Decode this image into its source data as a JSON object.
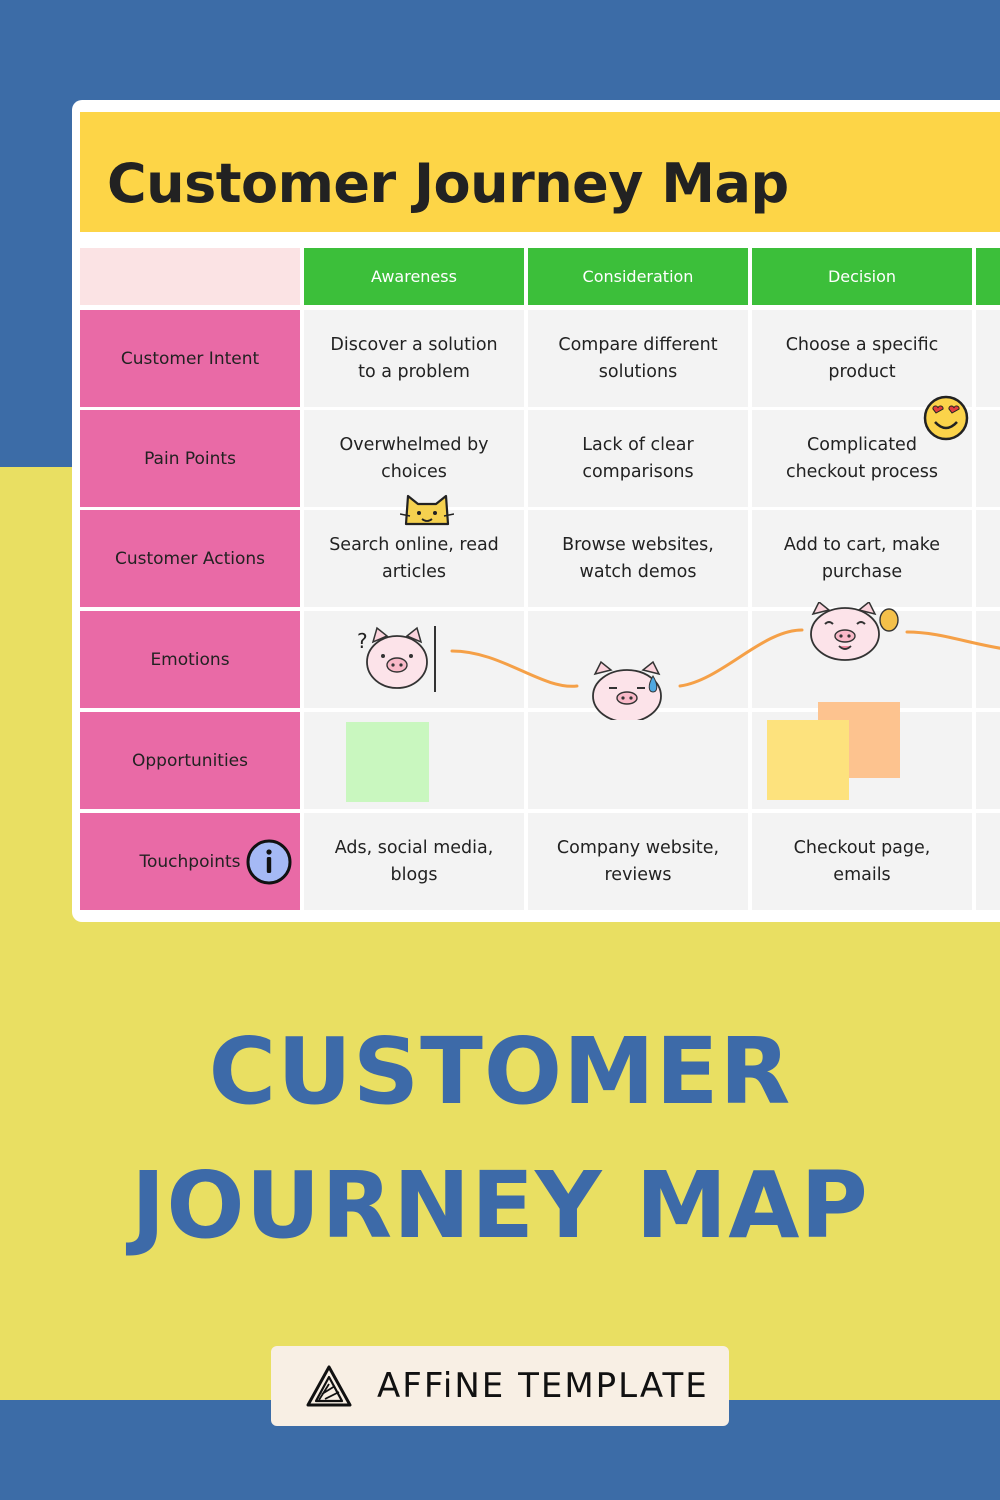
{
  "template_title": "Customer Journey Map",
  "stages": [
    "Awareness",
    "Consideration",
    "Decision"
  ],
  "rows": [
    {
      "label": "Customer Intent",
      "cells": [
        "Discover a solution to a problem",
        "Compare different solutions",
        "Choose a specific product"
      ]
    },
    {
      "label": "Pain Points",
      "cells": [
        "Overwhelmed by choices",
        "Lack of clear comparisons",
        "Complicated checkout process"
      ]
    },
    {
      "label": "Customer Actions",
      "cells": [
        "Search online, read articles",
        "Browse websites, watch demos",
        "Add to cart, make purchase"
      ]
    },
    {
      "label": "Emotions",
      "cells": [
        "",
        "",
        ""
      ]
    },
    {
      "label": "Opportunities",
      "cells": [
        "",
        "",
        ""
      ]
    },
    {
      "label": "Touchpoints",
      "cells": [
        "Ads, social media, blogs",
        "Company website, reviews",
        "Checkout page, emails"
      ]
    }
  ],
  "stickers": [
    "pig-thinking-icon",
    "pig-sweat-icon",
    "pig-happy-icon",
    "smiley-heart-eyes-icon",
    "cat-face-icon",
    "info-icon"
  ],
  "sticky_note_colors": [
    "#c9f7bf",
    "#fdc38f",
    "#fde27d"
  ],
  "colors": {
    "background_blue": "#3c6ca7",
    "background_yellow": "#e9df62",
    "title_band": "#fdd547",
    "stage_header": "#3cbf3a",
    "row_header": "#e96aa6",
    "emotion_line": "#f5a047"
  },
  "headline": {
    "line1": "CUSTOMER",
    "line2": "JOURNEY MAP"
  },
  "brand": {
    "label": "AFFiNE TEMPLATE"
  }
}
